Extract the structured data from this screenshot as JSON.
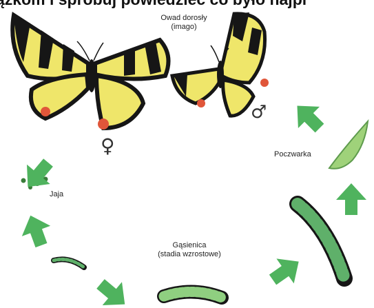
{
  "header": {
    "text": "ązkom i spróbuj powiedzieć co było najpi"
  },
  "labels": {
    "imago_line1": "Owad dorosły",
    "imago_line2": "(imago)",
    "female_symbol": "♀",
    "male_symbol": "♂",
    "eggs": "Jaja",
    "pupa": "Poczwarka",
    "larva_line1": "Gąsienica",
    "larva_line2": "(stadia wzrostowe)"
  },
  "colors": {
    "arrow": "#4fb35e",
    "wing_yellow": "#efe66a",
    "wing_black": "#161616",
    "eyespot": "#e0563a",
    "caterpillar": "#5fb06a",
    "pupa": "#9fd27a"
  },
  "icons": [
    "female-symbol",
    "male-symbol",
    "cycle-arrow-icon"
  ]
}
